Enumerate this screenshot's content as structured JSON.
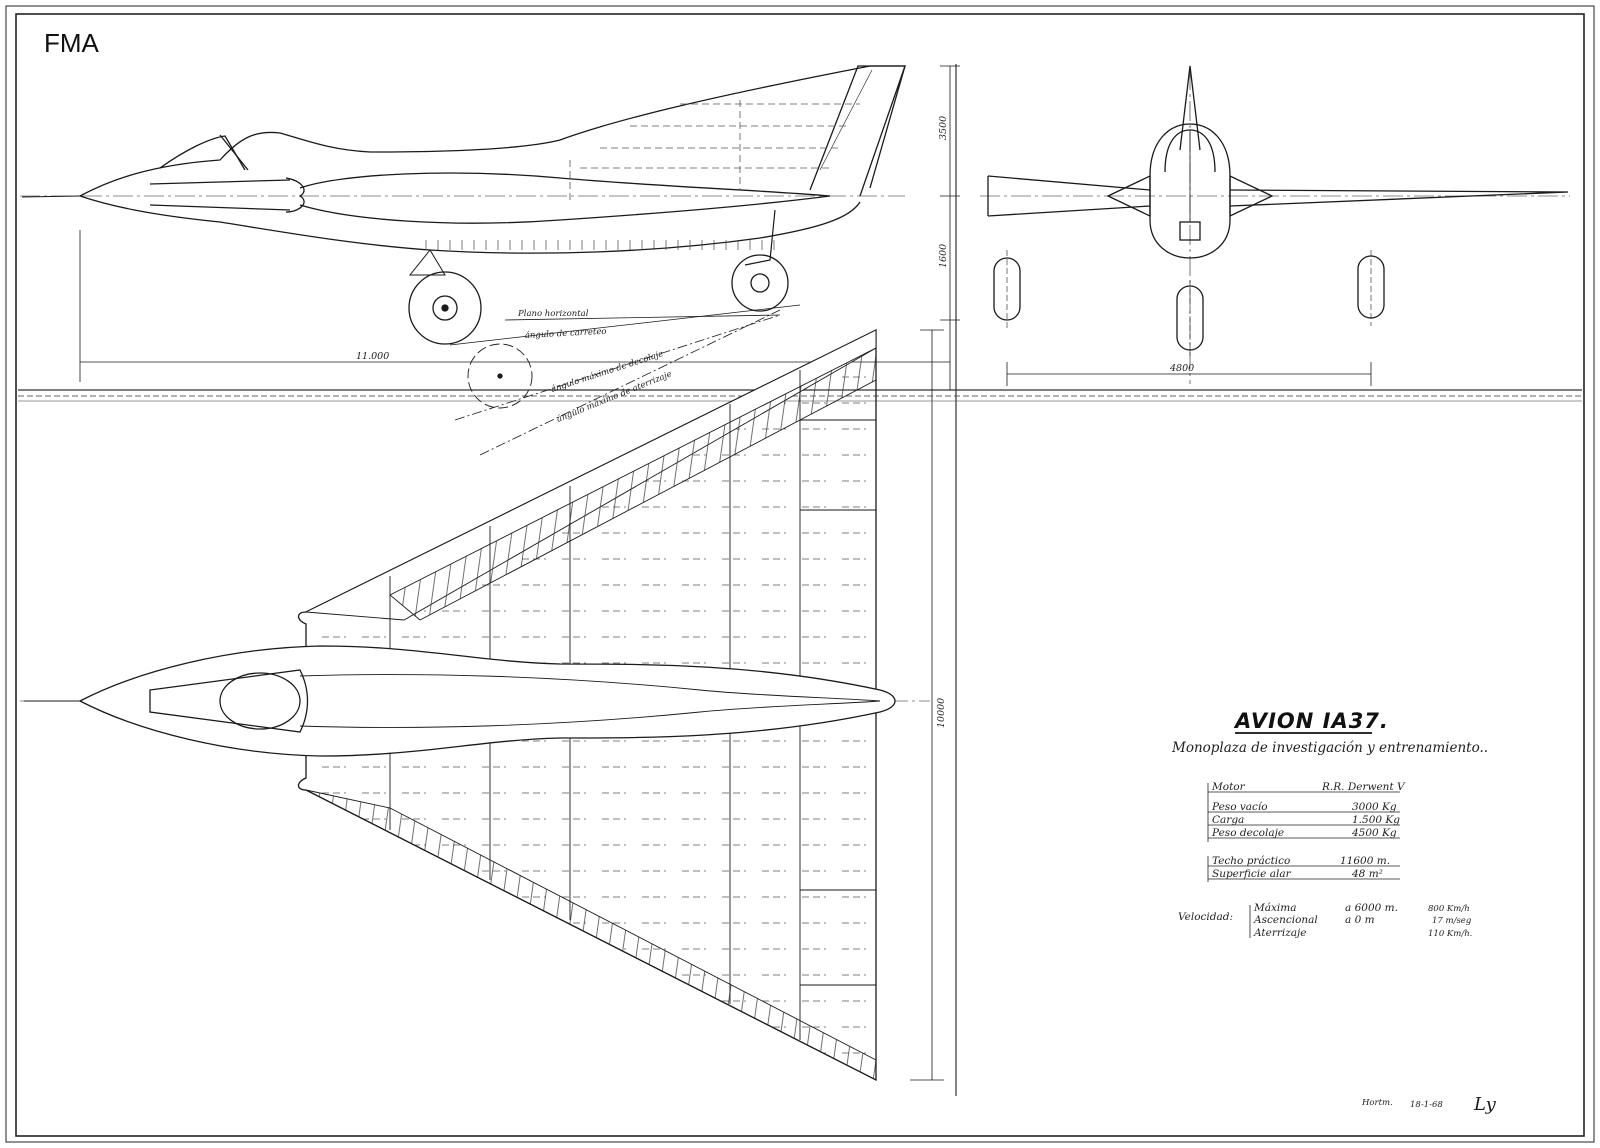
{
  "logo": "FMA",
  "title": "AVION IA37.",
  "subtitle": "Monoplaza de investigación y entrenamiento..",
  "specs": [
    {
      "label": "Motor",
      "value": "R.R. Derwent V"
    },
    {
      "label": "Peso vacío",
      "value": "3000 Kg"
    },
    {
      "label": "Carga",
      "value": "1.500 Kg"
    },
    {
      "label": "Peso decolaje",
      "value": "4500 Kg"
    },
    {
      "label": "Techo práctico",
      "value": "11600 m."
    },
    {
      "label": "Superficie alar",
      "value": "48 m²"
    }
  ],
  "velocity": {
    "label": "Velocidad:",
    "rows": [
      {
        "name": "Máxima",
        "condition": "a 6000 m.",
        "value": "800 Km/h"
      },
      {
        "name": "Ascencional",
        "condition": "a 0 m",
        "value": "17 m/seg"
      },
      {
        "name": "Aterrizaje",
        "condition": "",
        "value": "110 Km/h."
      }
    ]
  },
  "dimensions": {
    "length": "11.000",
    "height_upper": "3500",
    "height_lower": "1600",
    "track": "4800",
    "span": "10000"
  },
  "side_labels": {
    "horizontal_plane": "Plano horizontal",
    "taxi_angle": "ángulo de carreteo",
    "takeoff_angle": "ángulo máximo de decolaje",
    "landing_angle": "ángulo máximo de aterrizaje"
  },
  "signature": {
    "prefix": "Hortm.",
    "date": "18-1-68",
    "initials": "Ly"
  },
  "colors": {
    "ink": "#1a1a1a",
    "paper": "#ffffff"
  }
}
